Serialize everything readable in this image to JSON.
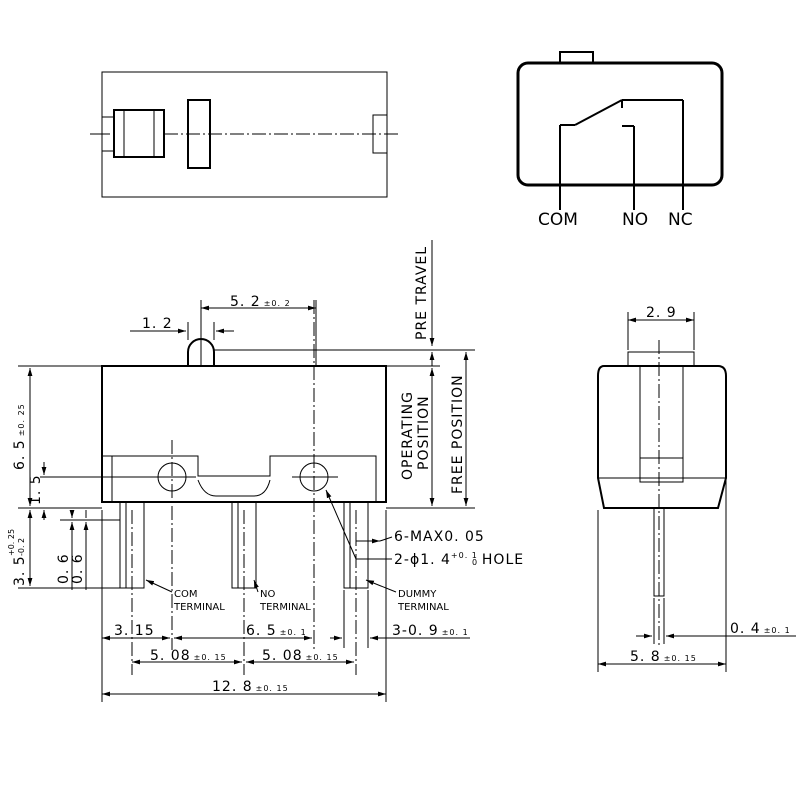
{
  "schematic": {
    "com": "COM",
    "no": "NO",
    "nc": "NC"
  },
  "dimensions": {
    "d_1_2": "1. 2",
    "d_5_2": "5. 2",
    "d_5_2_tol": "±0. 2",
    "pre_travel": "PRE TRAVEL",
    "operating_position_1": "OPERATING",
    "operating_position_2": "POSITION",
    "free_position": "FREE POSITION",
    "d_6_5_height": "6. 5",
    "d_6_5_height_tol": "±0. 25",
    "d_1_5": "1. 5",
    "d_3_5": "3. 5",
    "d_3_5_tol_plus": "+0. 25",
    "d_3_5_tol_minus": "-0. 2",
    "d_0_6_a": "0. 6",
    "d_0_6_b": "0. 6",
    "max_0_05": "6-MAX0. 05",
    "hole": "2-ϕ1. 4",
    "hole_tol_plus": "+0. 1",
    "hole_tol_minus": "0",
    "hole_word": "HOLE",
    "com_terminal_1": "COM",
    "com_terminal_2": "TERMINAL",
    "no_terminal_1": "NO",
    "no_terminal_2": "TERMINAL",
    "dummy_terminal_1": "DUMMY",
    "dummy_terminal_2": "TERMINAL",
    "d_3_15": "3. 15",
    "d_6_5_pitch": "6. 5",
    "d_6_5_pitch_tol": "±0. 1",
    "d_3_0_9": "3-0. 9",
    "d_3_0_9_tol": "±0. 1",
    "d_5_08_a": "5. 08",
    "d_5_08_a_tol": "±0. 15",
    "d_5_08_b": "5. 08",
    "d_5_08_b_tol": "±0. 15",
    "d_12_8": "12. 8",
    "d_12_8_tol": "±0. 15",
    "d_2_9": "2. 9",
    "d_0_4": "0. 4",
    "d_0_4_tol": "±0. 1",
    "d_5_8": "5. 8",
    "d_5_8_tol": "±0. 15"
  }
}
